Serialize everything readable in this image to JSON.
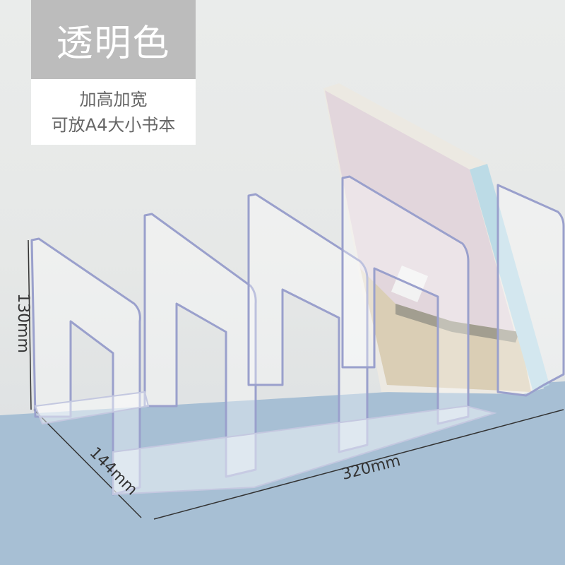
{
  "label": {
    "color_name": "透明色",
    "feature_line1": "加高加宽",
    "feature_line2": "可放A4大小书本"
  },
  "dimensions": {
    "height": "130mm",
    "depth": "144mm",
    "width": "320mm"
  },
  "colors": {
    "wall": "#e8eae9",
    "floor": "#a7bfd4",
    "label_header_bg": "#bcbcbc",
    "label_body_bg": "#ffffff",
    "label_body_text": "#666666",
    "acrylic_edge": "#8f96c8",
    "book_cover": "#e3d6dc",
    "book_spine": "#b9d9e6"
  },
  "product": {
    "type": "transparent-acrylic-book-stand",
    "dividers": 5
  }
}
